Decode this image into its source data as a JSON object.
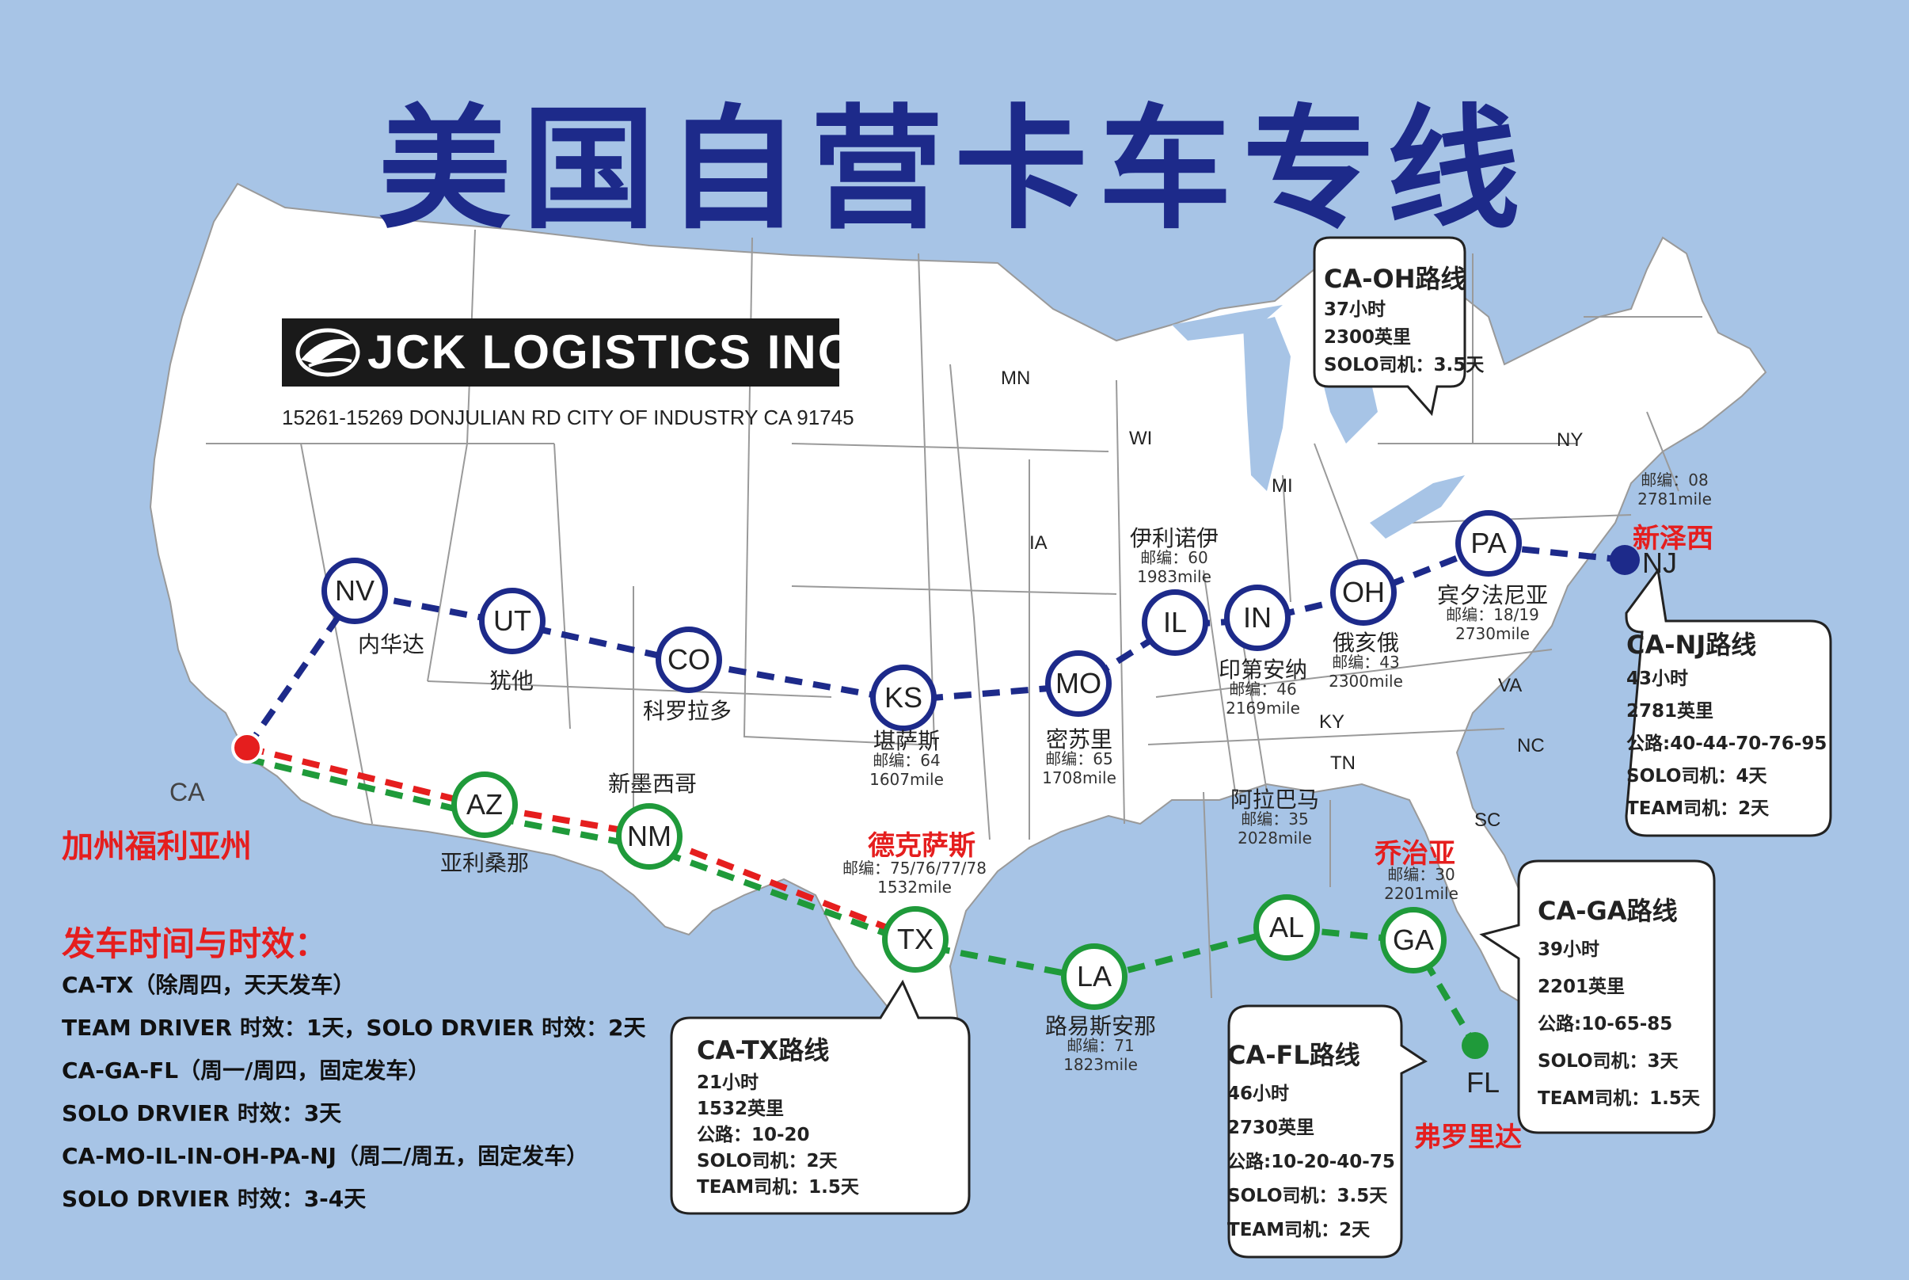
{
  "title": "美国自营卡车专线",
  "company": {
    "name": "JCK LOGISTICS INC",
    "address": "15261-15269 DONJULIAN RD CITY OF INDUSTRY CA 91745"
  },
  "colors": {
    "background": "#a7c4e6",
    "title": "#1d2a8a",
    "blue_route": "#1d2a8a",
    "green_route": "#1f9a3a",
    "red_route": "#e51e1e",
    "highlight_text": "#e51e1e"
  },
  "state_labels": {
    "mn": "MN",
    "wi": "WI",
    "mi": "MI",
    "ia": "IA",
    "ny": "NY",
    "va": "VA",
    "nc": "NC",
    "sc": "SC",
    "ky": "KY",
    "tn": "TN",
    "ca": "CA"
  },
  "nodes": {
    "nv": {
      "code": "NV",
      "name": "内华达"
    },
    "ut": {
      "code": "UT",
      "name": "犹他"
    },
    "co": {
      "code": "CO",
      "name": "科罗拉多"
    },
    "ks": {
      "code": "KS",
      "name": "堪萨斯",
      "zip": "邮编：64",
      "miles": "1607mile"
    },
    "mo": {
      "code": "MO",
      "name": "密苏里",
      "zip": "邮编：65",
      "miles": "1708mile"
    },
    "il": {
      "code": "IL",
      "name": "伊利诺伊",
      "zip": "邮编：60",
      "miles": "1983mile"
    },
    "in": {
      "code": "IN",
      "name": "印第安纳",
      "zip": "邮编：46",
      "miles": "2169mile"
    },
    "oh": {
      "code": "OH",
      "name": "俄亥俄",
      "zip": "邮编：43",
      "miles": "2300mile"
    },
    "pa": {
      "code": "PA",
      "name": "宾夕法尼亚",
      "zip": "邮编：18/19",
      "miles": "2730mile"
    },
    "nj": {
      "code": "NJ",
      "name": "新泽西",
      "zip": "邮编：08",
      "miles": "2781mile"
    },
    "az": {
      "code": "AZ",
      "name": "亚利桑那"
    },
    "nm": {
      "code": "NM",
      "name": "新墨西哥"
    },
    "tx": {
      "code": "TX",
      "name": "德克萨斯",
      "zip": "邮编：75/76/77/78",
      "miles": "1532mile"
    },
    "la": {
      "code": "LA",
      "name": "路易斯安那",
      "zip": "邮编：71",
      "miles": "1823mile"
    },
    "al": {
      "code": "AL",
      "name": "阿拉巴马",
      "zip": "邮编：35",
      "miles": "2028mile"
    },
    "ga": {
      "code": "GA",
      "name": "乔治亚",
      "zip": "邮编：30",
      "miles": "2201mile"
    },
    "fl": {
      "code": "FL",
      "name": "弗罗里达"
    },
    "ca": {
      "name": "加州福利亚州"
    }
  },
  "routes": {
    "ca_oh": {
      "title": "CA-OH路线",
      "lines": [
        "37小时",
        "2300英里",
        "SOLO司机：3.5天"
      ]
    },
    "ca_nj": {
      "title": "CA-NJ路线",
      "lines": [
        "43小时",
        "2781英里",
        "公路:40-44-70-76-95",
        "SOLO司机：4天",
        "TEAM司机：2天"
      ]
    },
    "ca_ga": {
      "title": "CA-GA路线",
      "lines": [
        "39小时",
        "2201英里",
        "公路:10-65-85",
        "SOLO司机：3天",
        "TEAM司机：1.5天"
      ]
    },
    "ca_fl": {
      "title": "CA-FL路线",
      "lines": [
        "46小时",
        "2730英里",
        "公路:10-20-40-75",
        "SOLO司机：3.5天",
        "TEAM司机：2天"
      ]
    },
    "ca_tx": {
      "title": "CA-TX路线",
      "lines": [
        "21小时",
        "1532英里",
        "公路：10-20",
        "SOLO司机：2天",
        "TEAM司机：1.5天"
      ]
    }
  },
  "schedule": {
    "heading": "发车时间与时效：",
    "lines": [
      "CA-TX（除周四，天天发车）",
      "TEAM DRIVER 时效：1天，SOLO DRVIER 时效：2天",
      "CA-GA-FL（周一/周四，固定发车）",
      "SOLO DRVIER   时效：3天",
      "CA-MO-IL-IN-OH-PA-NJ（周二/周五，固定发车）",
      "SOLO DRVIER   时效：3-4天"
    ]
  }
}
